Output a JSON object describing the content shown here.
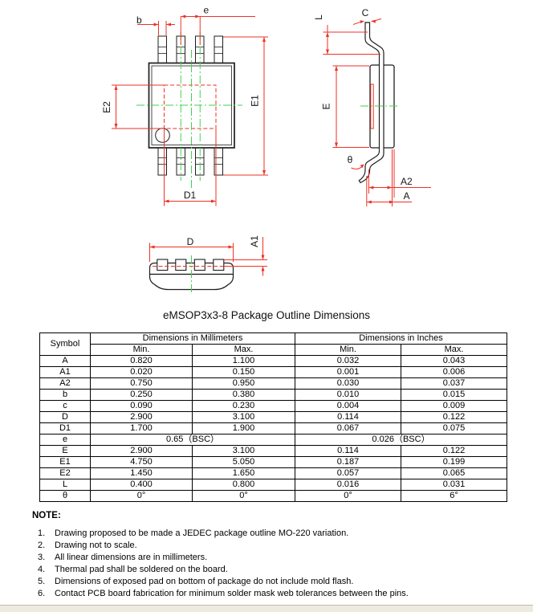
{
  "title": "eMSOP3x3-8 Package Outline Dimensions",
  "drawing": {
    "colors": {
      "outline_black": "#1f1f1f",
      "dimension_red": "#ee3226",
      "centerline_green": "#42d152"
    },
    "top_view": {
      "labels": {
        "b": "b",
        "e": "e",
        "E1": "E1",
        "E2": "E2",
        "D1": "D1"
      }
    },
    "side_view": {
      "labels": {
        "L": "L",
        "C": "C",
        "E": "E",
        "theta": "θ",
        "A2": "A2",
        "A": "A"
      }
    },
    "front_view": {
      "labels": {
        "D": "D",
        "A1": "A1"
      }
    }
  },
  "table": {
    "header": {
      "symbol": "Symbol",
      "mm": "Dimensions in Millimeters",
      "inches": "Dimensions in Inches",
      "min": "Min.",
      "max": "Max."
    },
    "rows": [
      {
        "symbol": "A",
        "mm_min": "0.820",
        "mm_max": "1.100",
        "in_min": "0.032",
        "in_max": "0.043"
      },
      {
        "symbol": "A1",
        "mm_min": "0.020",
        "mm_max": "0.150",
        "in_min": "0.001",
        "in_max": "0.006"
      },
      {
        "symbol": "A2",
        "mm_min": "0.750",
        "mm_max": "0.950",
        "in_min": "0.030",
        "in_max": "0.037"
      },
      {
        "symbol": "b",
        "mm_min": "0.250",
        "mm_max": "0.380",
        "in_min": "0.010",
        "in_max": "0.015"
      },
      {
        "symbol": "c",
        "mm_min": "0.090",
        "mm_max": "0.230",
        "in_min": "0.004",
        "in_max": "0.009"
      },
      {
        "symbol": "D",
        "mm_min": "2.900",
        "mm_max": "3.100",
        "in_min": "0.114",
        "in_max": "0.122"
      },
      {
        "symbol": "D1",
        "mm_min": "1.700",
        "mm_max": "1.900",
        "in_min": "0.067",
        "in_max": "0.075"
      },
      {
        "symbol": "e",
        "mm_span": "0.65（BSC）",
        "in_span": "0.026（BSC）"
      },
      {
        "symbol": "E",
        "mm_min": "2.900",
        "mm_max": "3.100",
        "in_min": "0.114",
        "in_max": "0.122"
      },
      {
        "symbol": "E1",
        "mm_min": "4.750",
        "mm_max": "5.050",
        "in_min": "0.187",
        "in_max": "0.199"
      },
      {
        "symbol": "E2",
        "mm_min": "1.450",
        "mm_max": "1.650",
        "in_min": "0.057",
        "in_max": "0.065"
      },
      {
        "symbol": "L",
        "mm_min": "0.400",
        "mm_max": "0.800",
        "in_min": "0.016",
        "in_max": "0.031"
      },
      {
        "symbol": "θ",
        "mm_min": "0°",
        "mm_max": "0°",
        "in_min": "0°",
        "in_max": "6°"
      }
    ]
  },
  "notes": {
    "heading": "NOTE:",
    "items": [
      {
        "num": "1.",
        "text": "Drawing proposed to be made a JEDEC package outline MO-220 variation."
      },
      {
        "num": "2.",
        "text": "Drawing not to scale."
      },
      {
        "num": "3.",
        "text": "All linear dimensions are in millimeters."
      },
      {
        "num": "4.",
        "text": "Thermal pad shall be soldered on the board."
      },
      {
        "num": "5.",
        "text": "Dimensions of exposed pad on bottom of package do not include mold flash."
      },
      {
        "num": "6.",
        "text": "Contact PCB board fabrication for minimum solder mask web tolerances between the pins."
      }
    ]
  }
}
